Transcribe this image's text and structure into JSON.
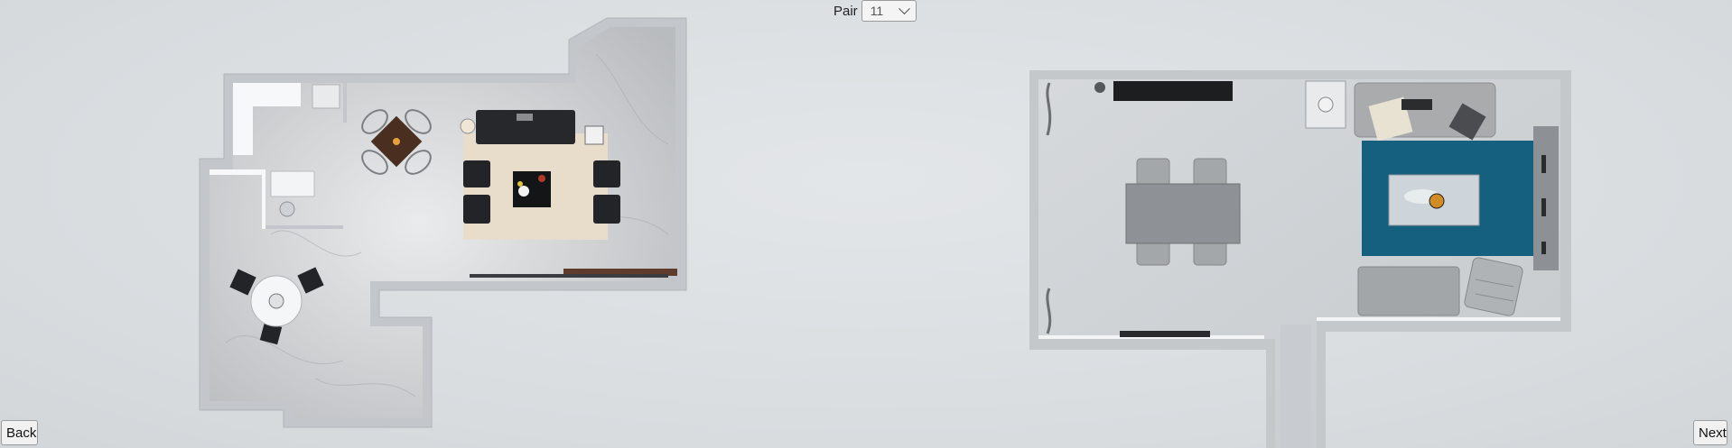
{
  "header": {
    "pair_label": "Pair",
    "pair_value": "11"
  },
  "nav": {
    "back_label": "Back",
    "next_label": "Next"
  },
  "icons": {
    "dropdown": "chevron-down-icon"
  },
  "colors": {
    "background": "#dde0e3",
    "wall": "#c9cdd1",
    "marble_floor": "#d4d6d8",
    "concrete_floor": "#cfd3d6",
    "rug_cream": "#e8dccb",
    "rug_teal": "#14607e",
    "sofa_dark": "#26282b",
    "sofa_grey": "#a9abad"
  }
}
